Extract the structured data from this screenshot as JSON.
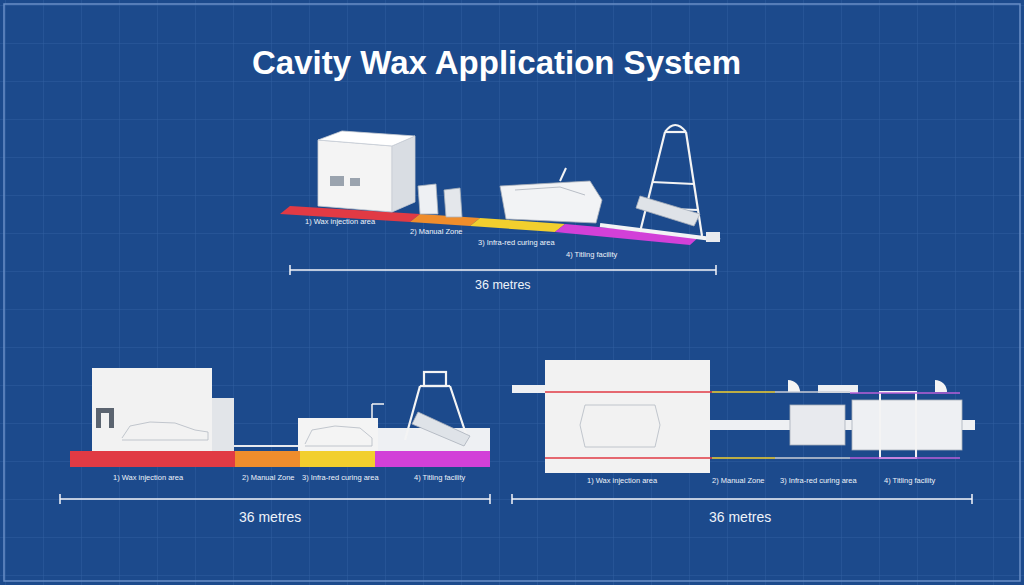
{
  "diagram": {
    "title": "Cavity Wax Application System",
    "labels": [
      "1) Wax injection area",
      "2) Manual Zone",
      "3) Infra-red curing area",
      "4) Titling facility",
      "36 metres",
      "1) Wax injection area",
      "2) Manual Zone",
      "3) Infra-red curing area",
      "4) Titling facility",
      "36 metres",
      "1) Wax injection area",
      "2) Manual Zone",
      "3) Infra-red curing area",
      "4) Titling facility",
      "36 metres"
    ]
  }
}
